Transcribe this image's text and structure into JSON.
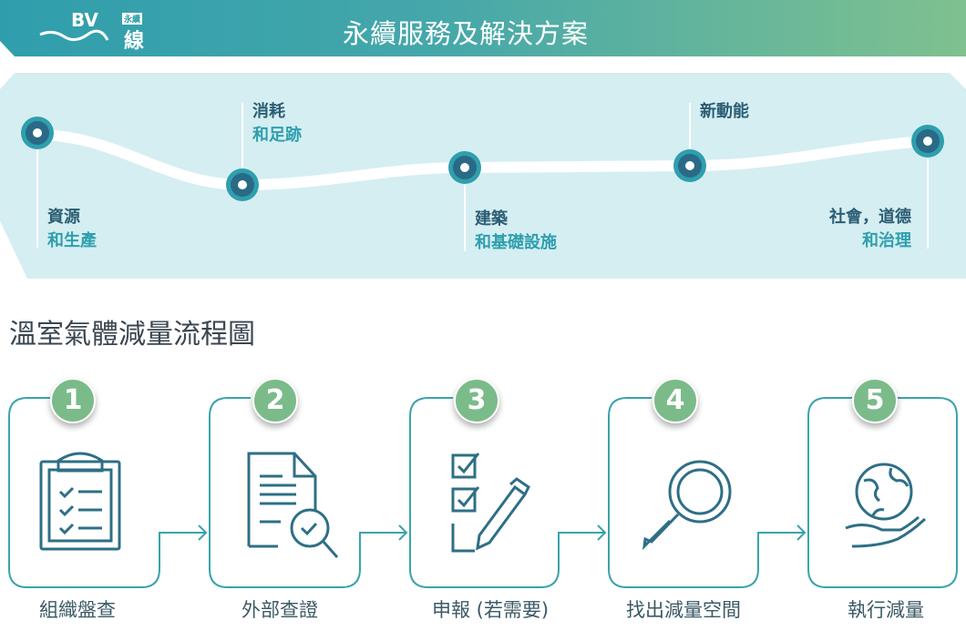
{
  "header": {
    "logo_bv": "BV",
    "logo_small": "永續",
    "logo_line": "線",
    "title": "永續服務及解決方案"
  },
  "timeline": [
    {
      "line1": "資源",
      "line2": "和生產"
    },
    {
      "line1": "消耗",
      "line2": "和足跡"
    },
    {
      "line1": "建築",
      "line2": "和基礎設施"
    },
    {
      "line1": "新動能",
      "line2": ""
    },
    {
      "line1": "社會，道德",
      "line2": "和治理"
    }
  ],
  "section_title": "溫室氣體減量流程圖",
  "steps": [
    {
      "num": "1",
      "label": "組織盤查",
      "icon": "clipboard-checklist-icon"
    },
    {
      "num": "2",
      "label": "外部查證",
      "icon": "document-magnifier-icon"
    },
    {
      "num": "3",
      "label": "申報 (若需要)",
      "icon": "checklist-pen-icon"
    },
    {
      "num": "4",
      "label": "找出減量空間",
      "icon": "magnifier-icon"
    },
    {
      "num": "5",
      "label": "執行減量",
      "icon": "hand-globe-icon"
    }
  ],
  "colors": {
    "teal": "#2e9fae",
    "dark": "#2a5d73",
    "green": "#7bbb8a",
    "box": "#3aa3ab"
  }
}
